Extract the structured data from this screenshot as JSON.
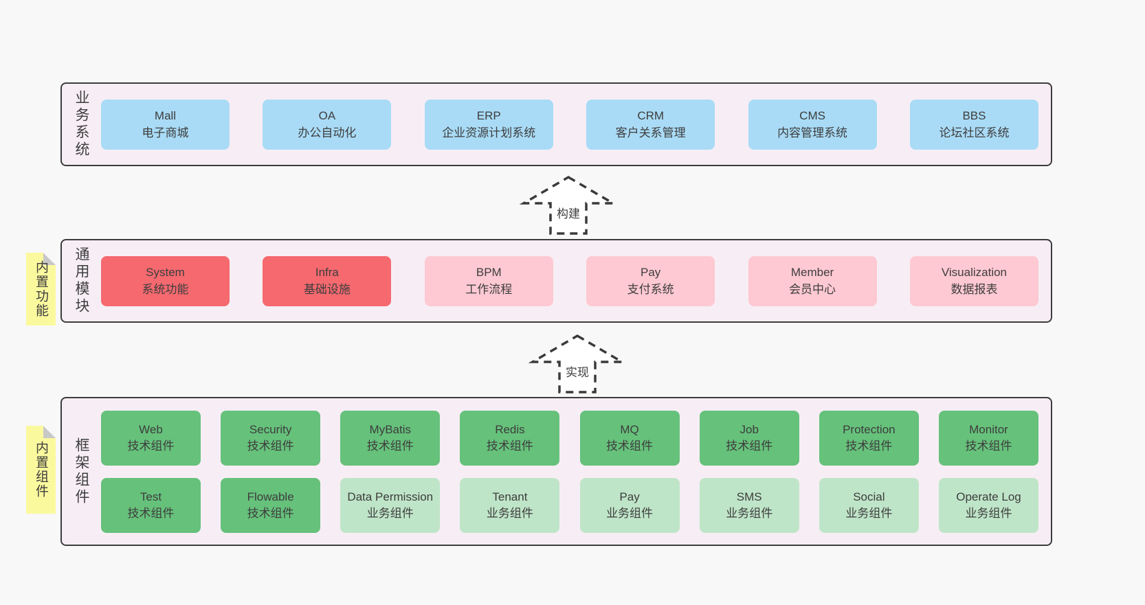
{
  "colors": {
    "page_bg": "#f8f8f8",
    "layer_bg": "#f7eef5",
    "layer_border": "#3c3c3c",
    "blue_box": "#a9dbf6",
    "red_box": "#f5696f",
    "pink_box": "#fec9d2",
    "green_box": "#66c17b",
    "light_green_box": "#bfe5c8",
    "sticky_yellow": "#fbf99e",
    "fold_gray": "#c8c8c8",
    "text": "#3d3d3d"
  },
  "layer1": {
    "label": "业务系统",
    "boxes": [
      {
        "title": "Mall",
        "sub": "电子商城"
      },
      {
        "title": "OA",
        "sub": "办公自动化"
      },
      {
        "title": "ERP",
        "sub": "企业资源计划系统"
      },
      {
        "title": "CRM",
        "sub": "客户关系管理"
      },
      {
        "title": "CMS",
        "sub": "内容管理系统"
      },
      {
        "title": "BBS",
        "sub": "论坛社区系统"
      }
    ]
  },
  "arrow1": {
    "label": "构建"
  },
  "layer2": {
    "label": "通用模块",
    "note": "内置功能",
    "boxes": [
      {
        "title": "System",
        "sub": "系统功能"
      },
      {
        "title": "Infra",
        "sub": "基础设施"
      },
      {
        "title": "BPM",
        "sub": "工作流程"
      },
      {
        "title": "Pay",
        "sub": "支付系统"
      },
      {
        "title": "Member",
        "sub": "会员中心"
      },
      {
        "title": "Visualization",
        "sub": "数据报表"
      }
    ]
  },
  "arrow2": {
    "label": "实现"
  },
  "layer3": {
    "label": "框架组件",
    "note": "内置组件",
    "row1": [
      {
        "title": "Web",
        "sub": "技术组件"
      },
      {
        "title": "Security",
        "sub": "技术组件"
      },
      {
        "title": "MyBatis",
        "sub": "技术组件"
      },
      {
        "title": "Redis",
        "sub": "技术组件"
      },
      {
        "title": "MQ",
        "sub": "技术组件"
      },
      {
        "title": "Job",
        "sub": "技术组件"
      },
      {
        "title": "Protection",
        "sub": "技术组件"
      },
      {
        "title": "Monitor",
        "sub": "技术组件"
      }
    ],
    "row2": [
      {
        "title": "Test",
        "sub": "技术组件"
      },
      {
        "title": "Flowable",
        "sub": "技术组件"
      },
      {
        "title": "Data Permission",
        "sub": "业务组件"
      },
      {
        "title": "Tenant",
        "sub": "业务组件"
      },
      {
        "title": "Pay",
        "sub": "业务组件"
      },
      {
        "title": "SMS",
        "sub": "业务组件"
      },
      {
        "title": "Social",
        "sub": "业务组件"
      },
      {
        "title": "Operate Log",
        "sub": "业务组件"
      }
    ]
  }
}
